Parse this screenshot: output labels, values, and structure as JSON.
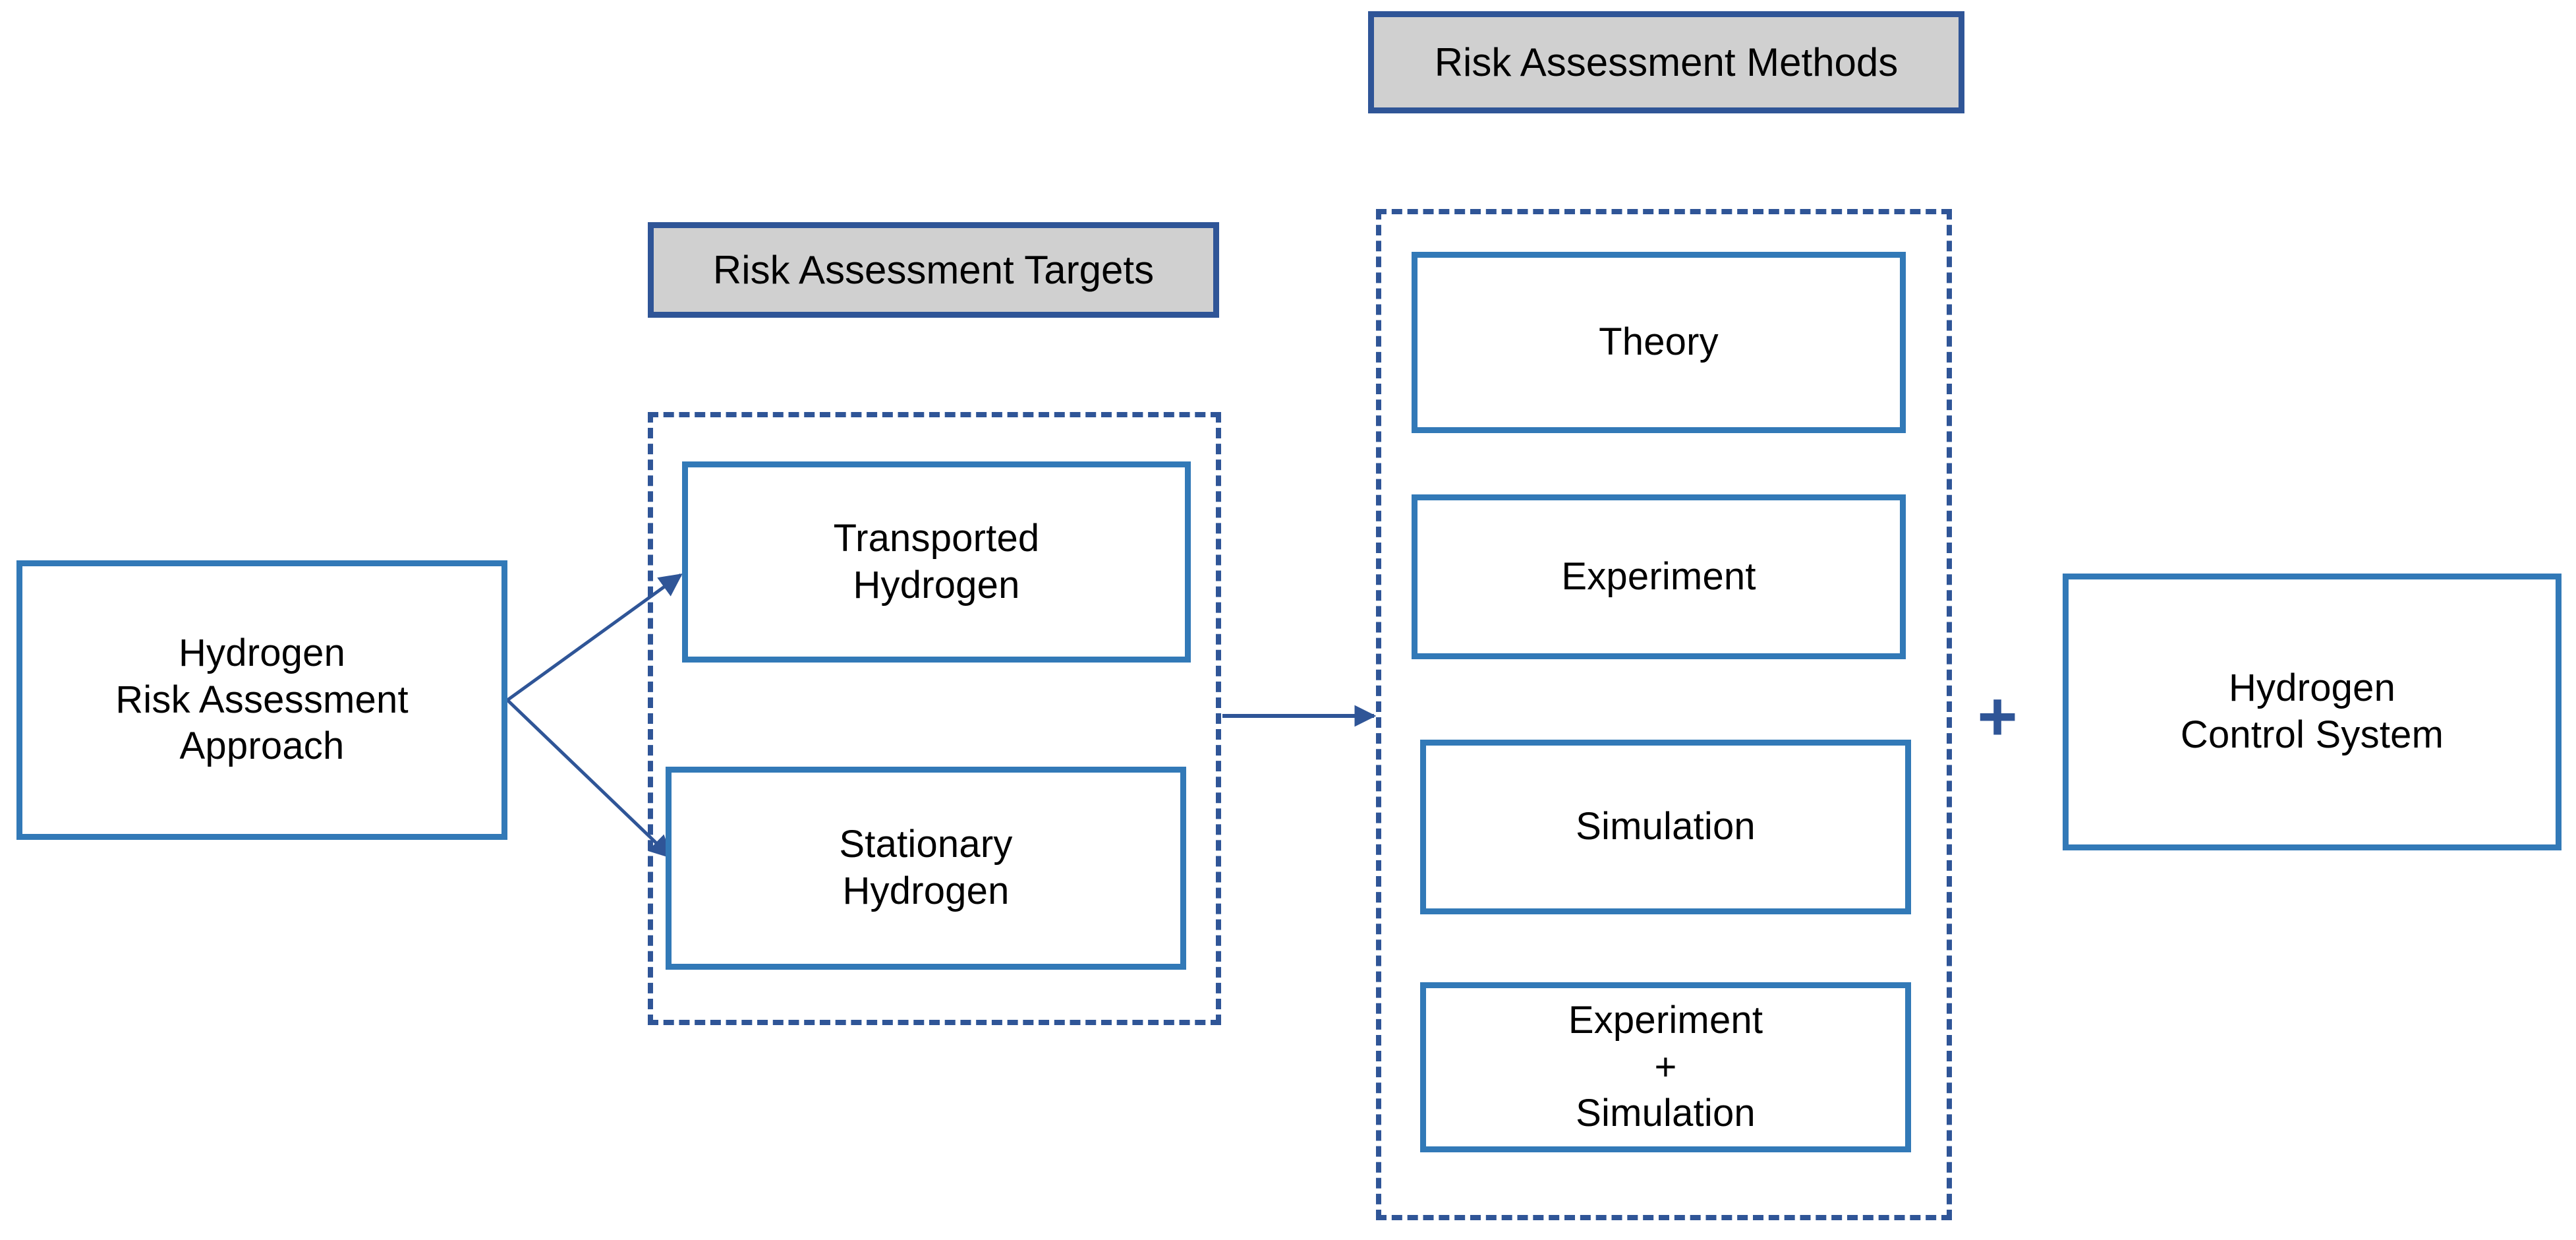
{
  "diagram": {
    "title": "Hydrogen Risk Assessment Approach flow diagram",
    "colors": {
      "box_border_blue": "#3279B7",
      "group_dashed_navy": "#2F5597",
      "header_fill_gray": "#D0D0D0",
      "header_border_navy": "#2F5597",
      "connector_blue": "#2F5597",
      "text_black": "#000000",
      "background": "#FFFFFF"
    },
    "root": {
      "label": "Hydrogen\nRisk Assessment\nApproach"
    },
    "groups": [
      {
        "id": "targets",
        "header": "Risk Assessment Targets",
        "items": [
          {
            "label": "Transported\nHydrogen"
          },
          {
            "label": "Stationary\nHydrogen"
          }
        ]
      },
      {
        "id": "methods",
        "header": "Risk Assessment Methods",
        "items": [
          {
            "label": "Theory"
          },
          {
            "label": "Experiment"
          },
          {
            "label": "Simulation"
          },
          {
            "label": "Experiment\n+\nSimulation"
          }
        ]
      }
    ],
    "combiner": {
      "symbol": "+"
    },
    "outcome": {
      "label": "Hydrogen\nControl System"
    }
  }
}
